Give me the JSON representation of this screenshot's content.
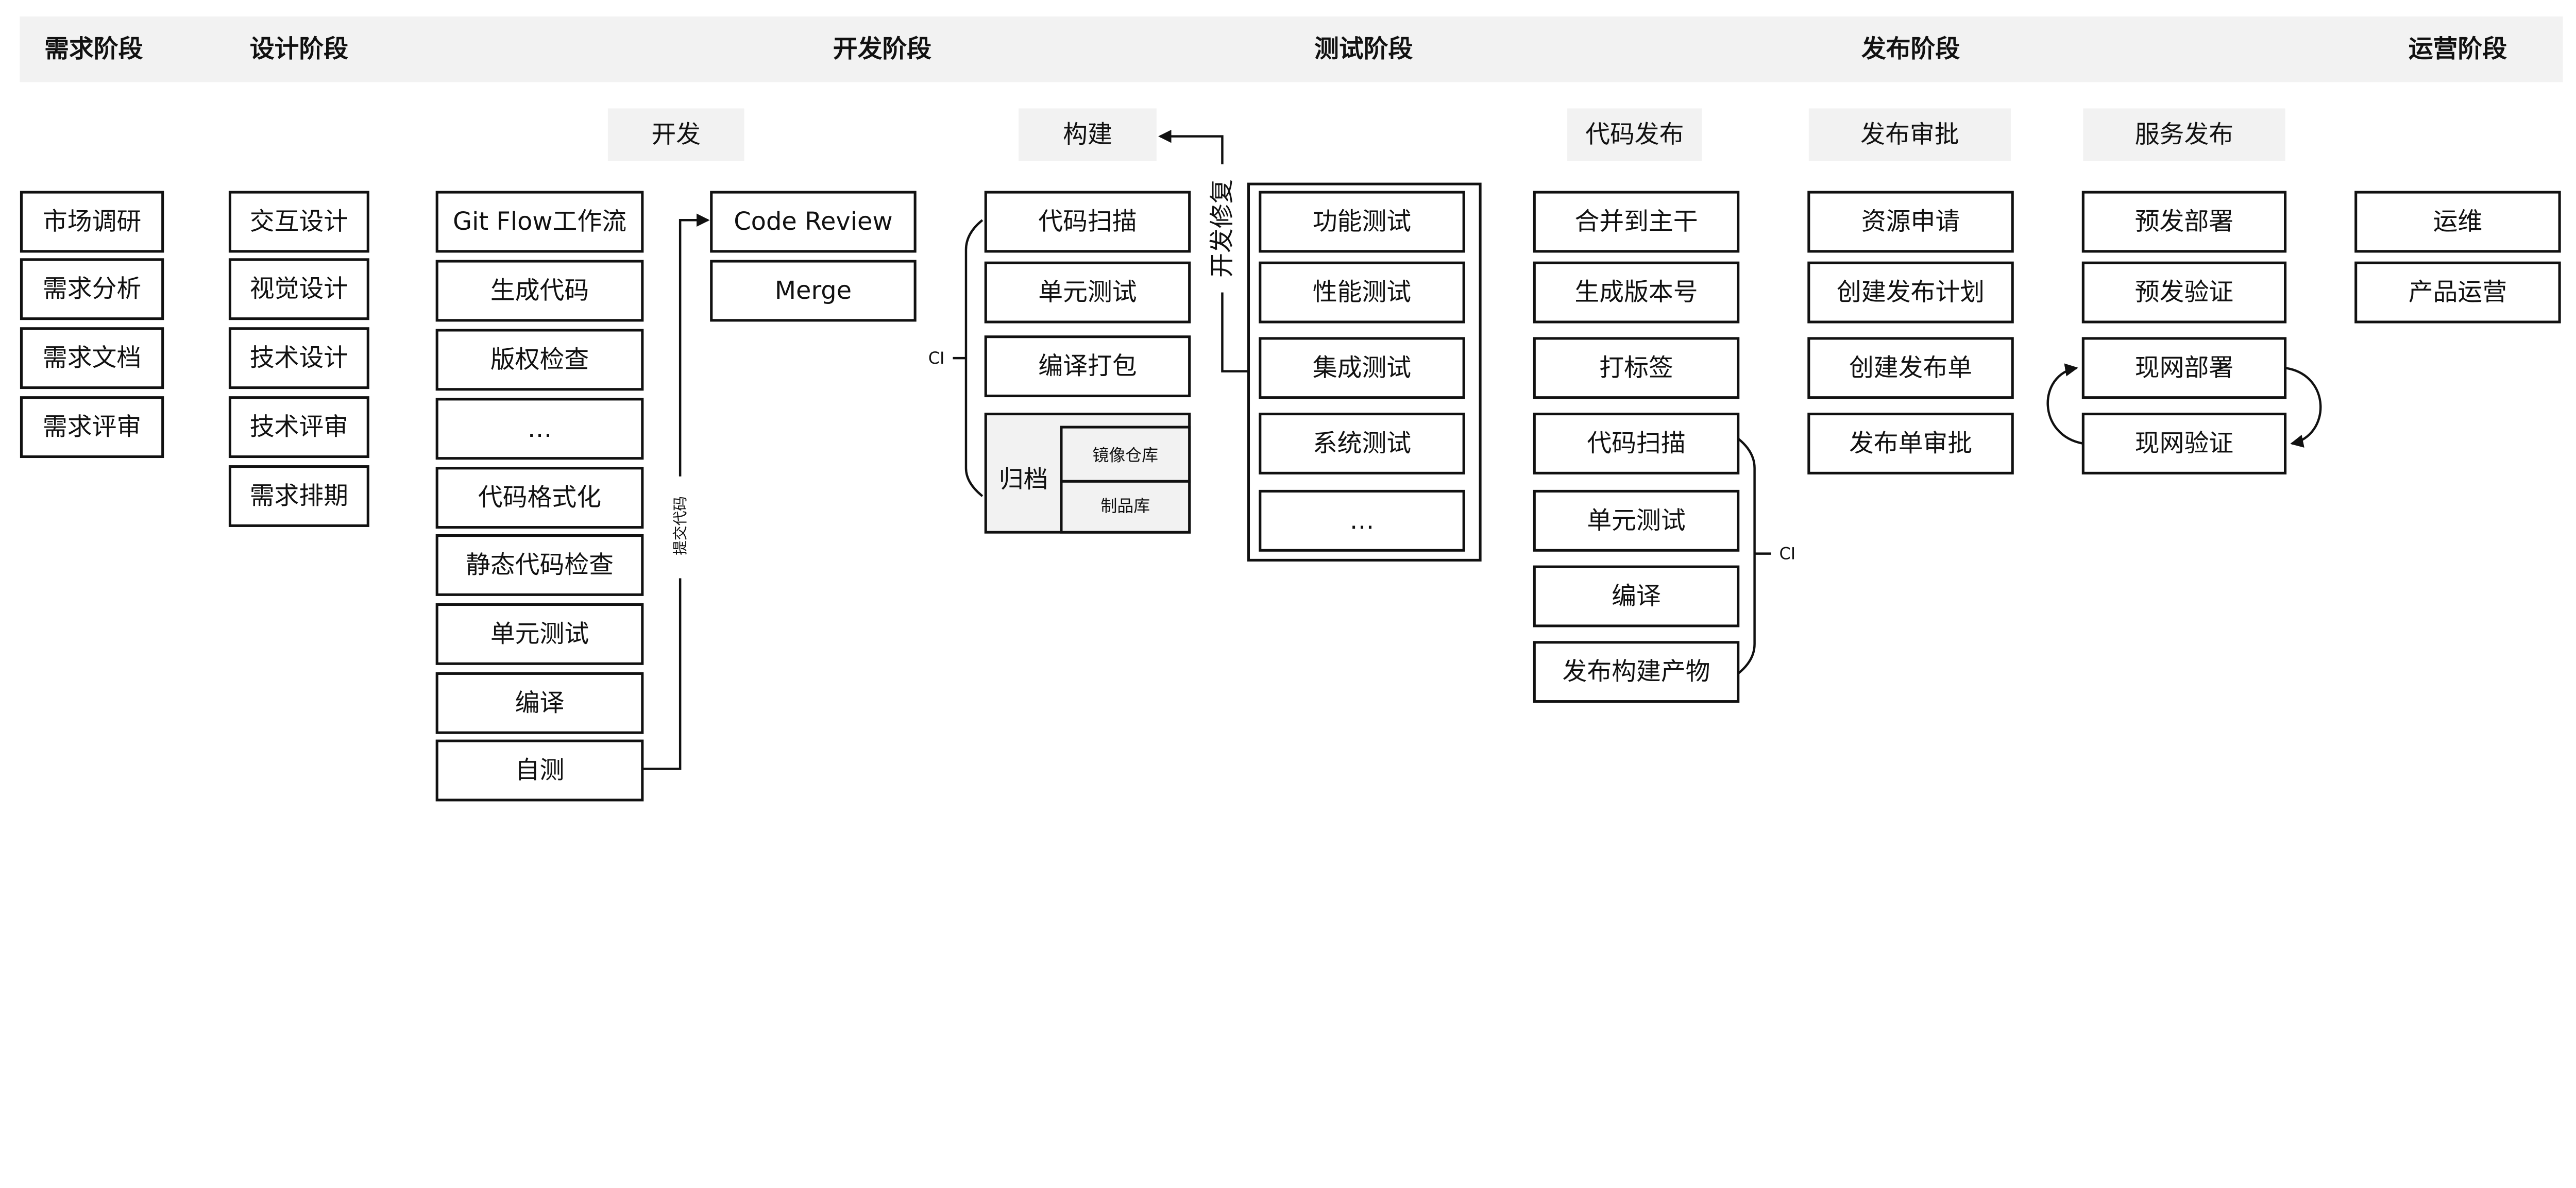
{
  "stages": [
    "需求阶段",
    "设计阶段",
    "开发阶段",
    "测试阶段",
    "发布阶段",
    "运营阶段"
  ],
  "sublabels": [
    "开发",
    "构建",
    "代码发布",
    "发布审批",
    "服务发布"
  ],
  "columns": {
    "requirements": [
      "市场调研",
      "需求分析",
      "需求文档",
      "需求评审"
    ],
    "design": [
      "交互设计",
      "视觉设计",
      "技术设计",
      "技术评审",
      "需求排期"
    ],
    "development": [
      "Git Flow工作流",
      "生成代码",
      "版权检查",
      "…",
      "代码格式化",
      "静态代码检查",
      "单元测试",
      "编译",
      "自测"
    ],
    "review": [
      "Code Review",
      "Merge"
    ],
    "build": [
      "代码扫描",
      "单元测试",
      "编译打包"
    ],
    "archive": {
      "label": "归档",
      "items": [
        "镜像仓库",
        "制品库"
      ]
    },
    "testing": [
      "功能测试",
      "性能测试",
      "集成测试",
      "系统测试",
      "…"
    ],
    "code_release": [
      "合并到主干",
      "生成版本号",
      "打标签",
      "代码扫描",
      "单元测试",
      "编译",
      "发布构建产物"
    ],
    "approval": [
      "资源申请",
      "创建发布计划",
      "创建发布单",
      "发布单审批"
    ],
    "service_release": [
      "预发部署",
      "预发验证",
      "现网部署",
      "现网验证"
    ],
    "operations": [
      "运维",
      "产品运营"
    ]
  },
  "connectors": {
    "submit_code": "提交代码",
    "dev_fix": "开发修复",
    "ci_build": "CI",
    "ci_release": "CI"
  },
  "colors": {
    "header_bg": "#f2f2f2",
    "line": "#111111"
  }
}
